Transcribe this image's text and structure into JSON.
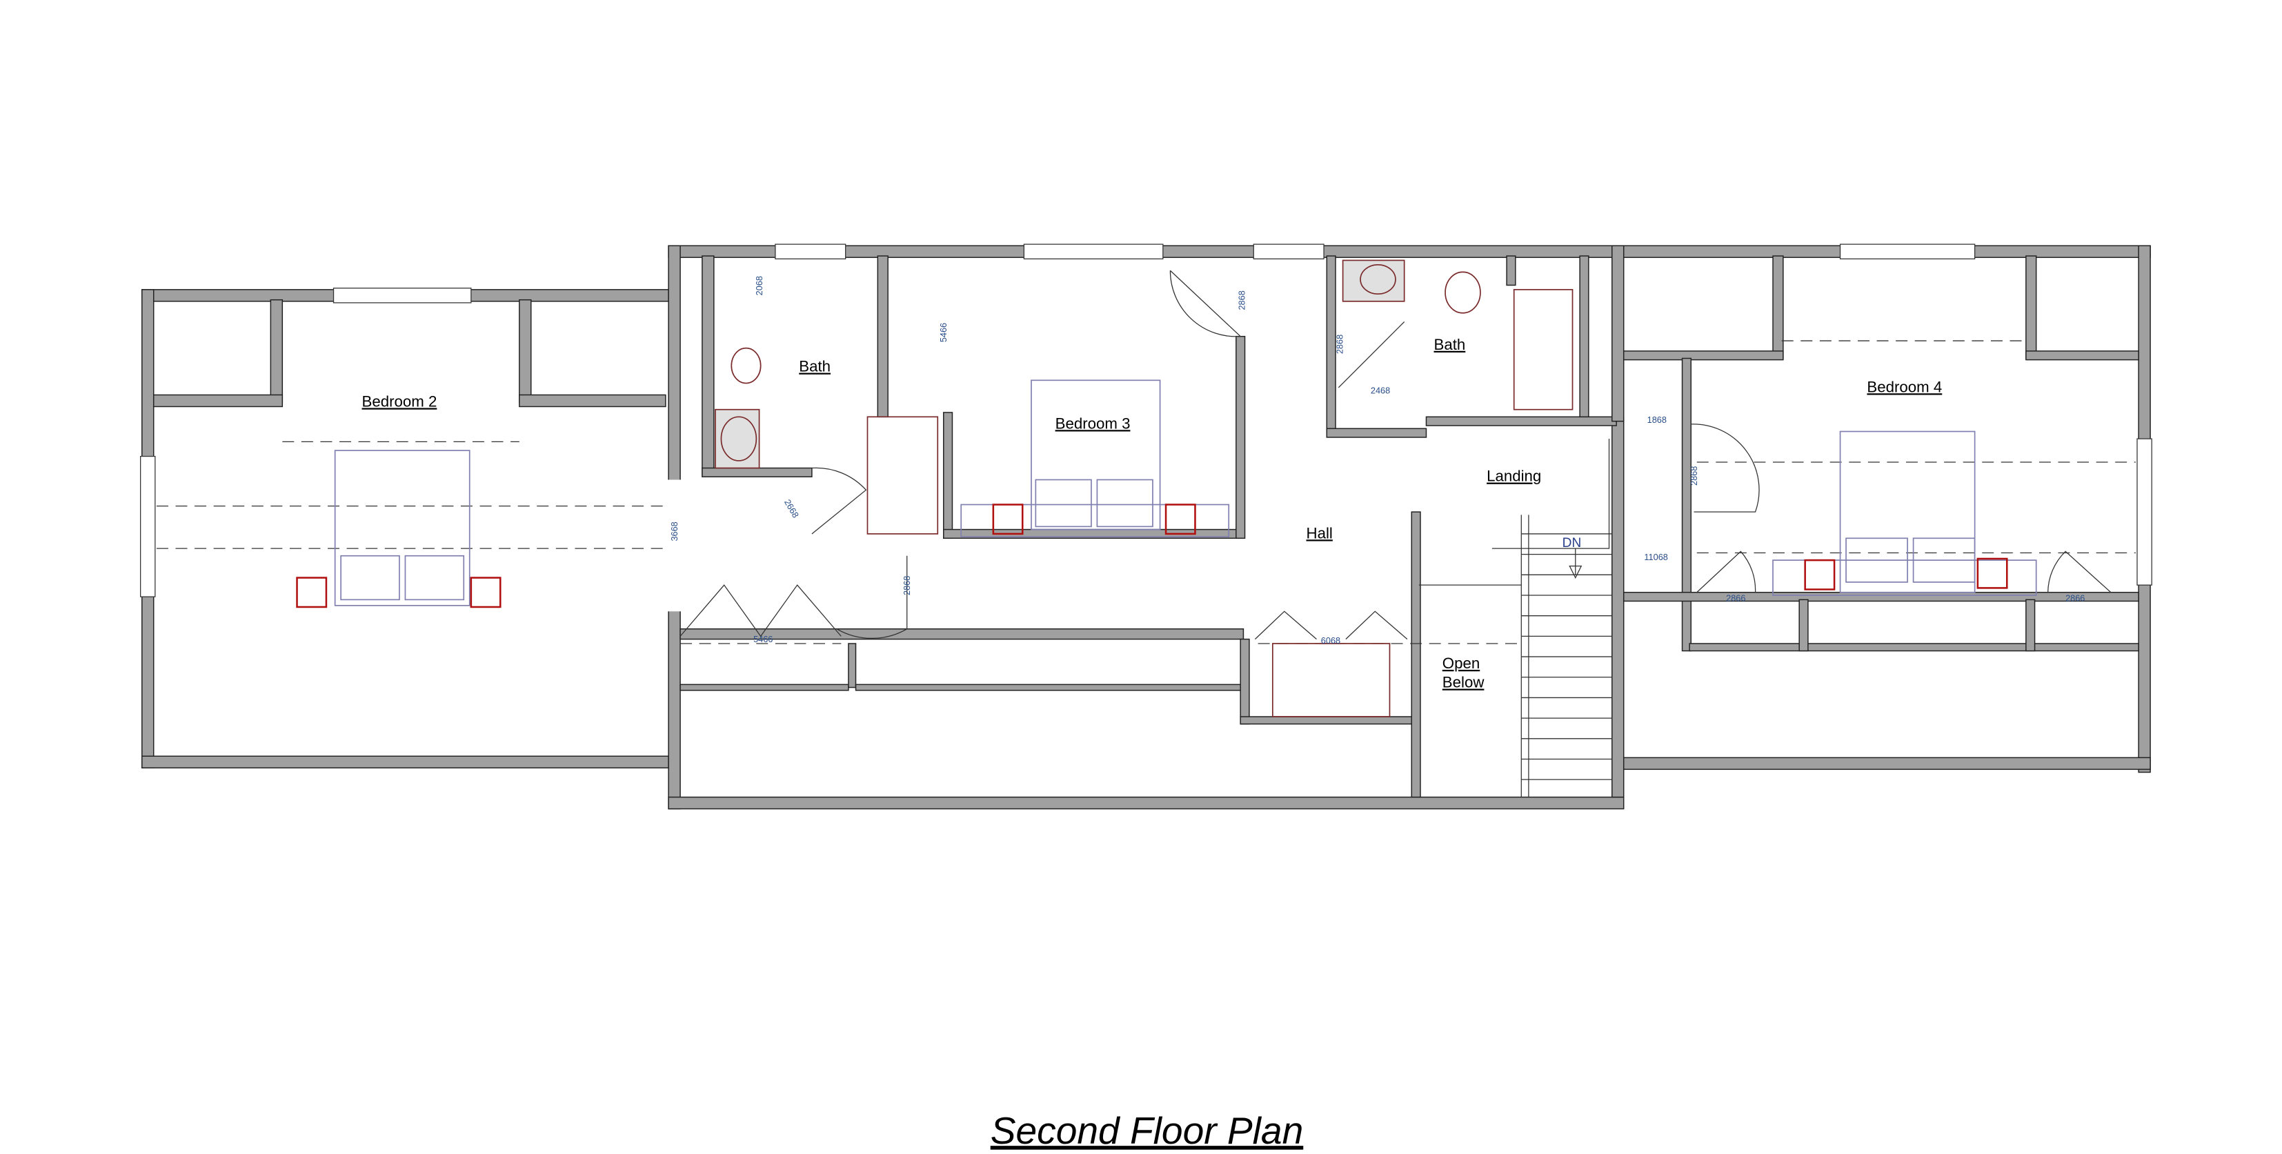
{
  "title": "Second Floor Plan",
  "rooms": {
    "bedroom2": "Bedroom 2",
    "bath1": "Bath",
    "bedroom3": "Bedroom 3",
    "bath2": "Bath",
    "hall": "Hall",
    "landing": "Landing",
    "stair": "DN",
    "open_below_1": "Open",
    "open_below_2": "Below",
    "bedroom4": "Bedroom 4"
  },
  "doors": {
    "bath1_closet": "2068",
    "bath1_entry": "2668",
    "bedroom2_opening": "3668",
    "hall_closet": "5466",
    "bedroom3_closet": "5466",
    "bedroom3_entry": "2868",
    "bath2_entry": "2868",
    "bath2_closet": "2468",
    "hall_lower": "2868",
    "linen_closet": "6068",
    "bedroom4_closet_upper": "1868",
    "bedroom4_entry": "2868",
    "bedroom4_closet_lower": "11068",
    "bedroom4_closet_left": "2866",
    "bedroom4_closet_right": "2866"
  },
  "colors": {
    "wall_fill": "#a0a0a0",
    "wall_line": "#222222",
    "dimension_text": "#2a4f8a",
    "fixture_red": "#b01010",
    "furniture_line": "#8080b0",
    "plumbing_line": "#7a2a2a"
  }
}
